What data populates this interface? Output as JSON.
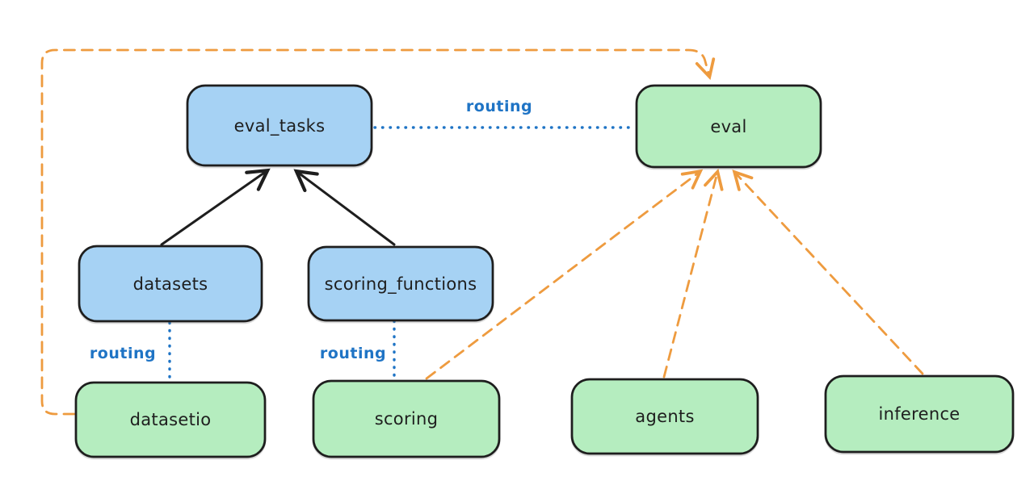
{
  "colors": {
    "background": "#ffffff",
    "node_border": "#1e1e1e",
    "blue_fill": "#a6d2f4",
    "green_fill": "#b5edbf",
    "routing_blue": "#1f74c5",
    "provider_orange": "#ee9b3f",
    "arrow_black": "#1e1e1e",
    "label_text": "#1e1e1e"
  },
  "nodes": {
    "eval_tasks": {
      "label": "eval_tasks",
      "fill": "#a6d2f4"
    },
    "eval": {
      "label": "eval",
      "fill": "#b5edbf"
    },
    "datasets": {
      "label": "datasets",
      "fill": "#a6d2f4"
    },
    "scoring_functions": {
      "label": "scoring_functions",
      "fill": "#a6d2f4"
    },
    "datasetio": {
      "label": "datasetio",
      "fill": "#b5edbf"
    },
    "scoring": {
      "label": "scoring",
      "fill": "#b5edbf"
    },
    "agents": {
      "label": "agents",
      "fill": "#b5edbf"
    },
    "inference": {
      "label": "inference",
      "fill": "#b5edbf"
    }
  },
  "edges": [
    {
      "from": "datasets",
      "to": "eval_tasks",
      "style": "solid",
      "color": "#1e1e1e",
      "arrow": true,
      "label": ""
    },
    {
      "from": "scoring_functions",
      "to": "eval_tasks",
      "style": "solid",
      "color": "#1e1e1e",
      "arrow": true,
      "label": ""
    },
    {
      "from": "eval_tasks",
      "to": "eval",
      "style": "dotted",
      "color": "#1f74c5",
      "arrow": false,
      "label": "routing"
    },
    {
      "from": "datasets",
      "to": "datasetio",
      "style": "dotted",
      "color": "#1f74c5",
      "arrow": false,
      "label": "routing"
    },
    {
      "from": "scoring_functions",
      "to": "scoring",
      "style": "dotted",
      "color": "#1f74c5",
      "arrow": false,
      "label": "routing"
    },
    {
      "from": "datasetio",
      "to": "eval",
      "style": "dashed",
      "color": "#ee9b3f",
      "arrow": true,
      "label": "",
      "route": "around-left-top"
    },
    {
      "from": "scoring",
      "to": "eval",
      "style": "dashed",
      "color": "#ee9b3f",
      "arrow": true,
      "label": ""
    },
    {
      "from": "agents",
      "to": "eval",
      "style": "dashed",
      "color": "#ee9b3f",
      "arrow": true,
      "label": ""
    },
    {
      "from": "inference",
      "to": "eval",
      "style": "dashed",
      "color": "#ee9b3f",
      "arrow": true,
      "label": ""
    }
  ]
}
